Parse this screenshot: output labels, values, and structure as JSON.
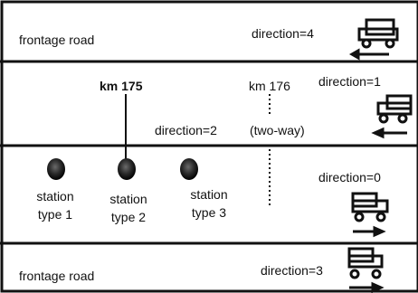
{
  "lanes": {
    "top_road": "frontage road",
    "bottom_road": "frontage road"
  },
  "markers": {
    "km175": "km 175",
    "km176": "km 176"
  },
  "directions": {
    "d4": "direction=4",
    "d1": "direction=1",
    "d2": "direction=2",
    "two_way": "(two-way)",
    "d0": "direction=0",
    "d3": "direction=3"
  },
  "stations": [
    {
      "line1": "station",
      "line2": "type 1"
    },
    {
      "line1": "station",
      "line2": "type 2"
    },
    {
      "line1": "station",
      "line2": "type 3"
    }
  ],
  "colors": {
    "ink": "#111111",
    "background": "#ffffff"
  }
}
